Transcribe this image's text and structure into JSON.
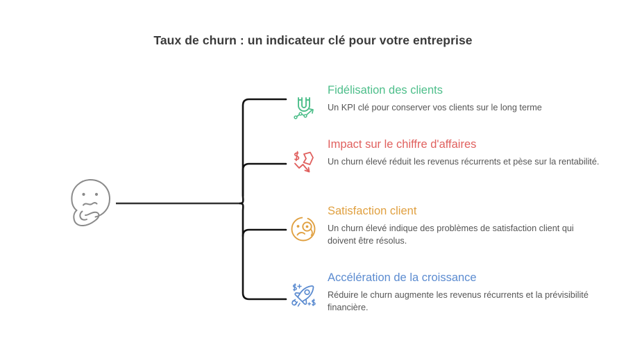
{
  "page": {
    "title": "Taux de churn : un indicateur clé pour votre entreprise",
    "background": "#ffffff",
    "title_color": "#3a3a3a",
    "body_text_color": "#555555",
    "connector_color": "#111111",
    "root_icon_color": "#8a8a8a"
  },
  "root": {
    "icon": "thinking-face-icon"
  },
  "branches": [
    {
      "heading": "Fidélisation des clients",
      "description": "Un KPI clé pour conserver vos clients sur le long terme",
      "color": "#4DBE8A",
      "icon": "magnet-growth-chart-icon"
    },
    {
      "heading": "Impact sur le chiffre d'affaires",
      "description": "Un churn élevé réduit les revenus récurrents et pèse sur la rentabilité.",
      "color": "#E0605E",
      "icon": "money-down-arrow-icon"
    },
    {
      "heading": "Satisfaction client",
      "description": "Un churn élevé indique des problèmes de satisfaction client qui doivent être résolus.",
      "color": "#E0A040",
      "icon": "unhappy-face-monocle-icon"
    },
    {
      "heading": "Accélération de la croissance",
      "description": "Réduire le churn augmente les revenus récurrents et la prévisibilité financière.",
      "color": "#5B8BD0",
      "icon": "rocket-money-growth-icon"
    }
  ]
}
